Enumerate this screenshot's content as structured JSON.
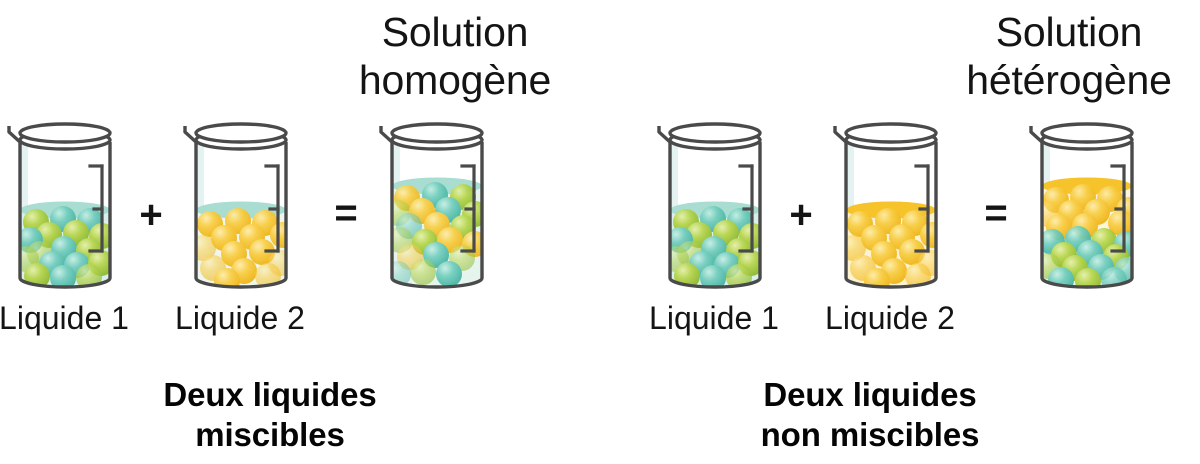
{
  "figure": {
    "language": "fr",
    "subject": "miscibilite-des-liquides"
  },
  "colors": {
    "glass_outline": "#4a4a4a",
    "glass_tint": "#dff0ef",
    "green_liquid": "#a9ddd2",
    "green_liquid_body": "#d8eee9",
    "yellow_liquid_pale": "#eef4e9",
    "orange_liquid": "#f6c32b",
    "orange_liquid_body": "#fdf3d2",
    "sphere_green": "#9ec93a",
    "sphere_teal": "#5cc3b2",
    "sphere_yellow": "#f5c430",
    "text": "#141414"
  },
  "panels": [
    {
      "id": "miscible",
      "result_title": "Solution\nhomogène",
      "caption": "Deux liquides\nmiscibles",
      "operators": {
        "plus": "+",
        "equals": "="
      },
      "beakers": [
        {
          "id": "miscible-liquide-1",
          "label": "Liquide 1",
          "fill_level": 0.45,
          "surface_color": "#a9ddd2",
          "body_color": "#d9efe9",
          "layers": [
            {
              "name": "melange-vert",
              "from": 0.0,
              "to": 0.45,
              "sphere_colors": [
                "#9ec93a",
                "#5cc3b2"
              ],
              "sphere_count": 22
            }
          ]
        },
        {
          "id": "miscible-liquide-2",
          "label": "Liquide 2",
          "fill_level": 0.45,
          "surface_color": "#a9ddd2",
          "body_color": "#eef6ee",
          "layers": [
            {
              "name": "jaune",
              "from": 0.0,
              "to": 0.45,
              "sphere_colors": [
                "#f5c430"
              ],
              "sphere_count": 17
            }
          ]
        },
        {
          "id": "miscible-resultat",
          "label": "",
          "fill_level": 0.72,
          "surface_color": "#a9ddd2",
          "body_color": "#e6f4ee",
          "layers": [
            {
              "name": "melange-homogene",
              "from": 0.0,
              "to": 0.72,
              "sphere_colors": [
                "#f5c430",
                "#9ec93a",
                "#5cc3b2"
              ],
              "sphere_count": 30
            }
          ]
        }
      ]
    },
    {
      "id": "non-miscible",
      "result_title": "Solution\nhétérogène",
      "caption": "Deux liquides\nnon miscibles",
      "operators": {
        "plus": "+",
        "equals": "="
      },
      "beakers": [
        {
          "id": "non-miscible-liquide-1",
          "label": "Liquide 1",
          "fill_level": 0.45,
          "surface_color": "#a9ddd2",
          "body_color": "#d9efe9",
          "layers": [
            {
              "name": "melange-vert",
              "from": 0.0,
              "to": 0.45,
              "sphere_colors": [
                "#9ec93a",
                "#5cc3b2"
              ],
              "sphere_count": 22
            }
          ]
        },
        {
          "id": "non-miscible-liquide-2",
          "label": "Liquide 2",
          "fill_level": 0.45,
          "surface_color": "#f6c32b",
          "body_color": "#fdf3d2",
          "layers": [
            {
              "name": "jaune",
              "from": 0.0,
              "to": 0.45,
              "sphere_colors": [
                "#f5c430"
              ],
              "sphere_count": 17
            }
          ]
        },
        {
          "id": "non-miscible-resultat",
          "label": "",
          "fill_level": 0.72,
          "surface_color": "#f6c32b",
          "body_color": "#fdf6dc",
          "layers": [
            {
              "name": "couche-jaune-superieure",
              "from": 0.38,
              "to": 0.72,
              "sphere_colors": [
                "#f5c430"
              ],
              "sphere_count": 13
            },
            {
              "name": "couche-verte-inferieure",
              "from": 0.0,
              "to": 0.38,
              "sphere_colors": [
                "#9ec93a",
                "#5cc3b2"
              ],
              "sphere_count": 17
            }
          ]
        }
      ]
    }
  ]
}
